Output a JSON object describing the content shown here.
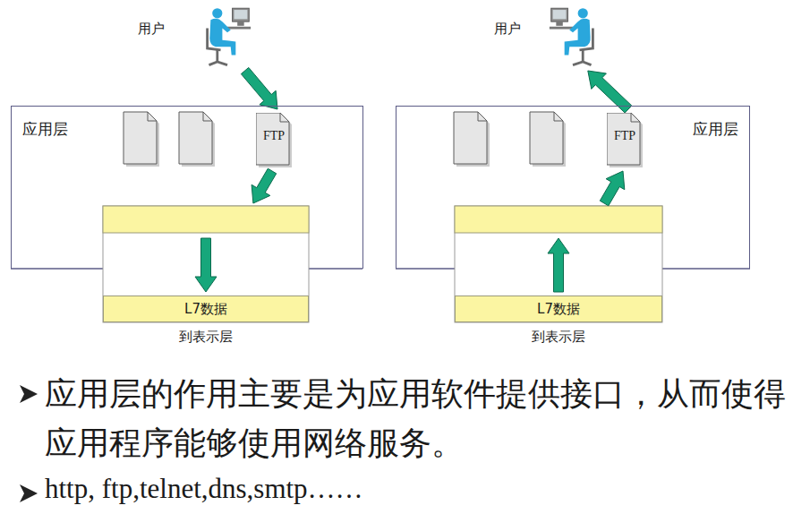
{
  "diagram": {
    "nodes": [
      {
        "text": [
          "用户"
        ]
      },
      {
        "text": [
          "应用层"
        ]
      },
      {
        "text": [
          "FTP"
        ],
        "in": 1
      },
      {
        "text": [
          "L7数据",
          "到表示层"
        ]
      },
      {
        "text": [
          "用户"
        ]
      },
      {
        "text": [
          "应用层"
        ]
      },
      {
        "text": [
          "FTP"
        ],
        "in": 5
      },
      {
        "text": [
          "L7数据",
          "到表示层"
        ]
      }
    ],
    "edges": [
      {
        "from": 0,
        "to": 2,
        "arrow": "to"
      },
      {
        "from": 2,
        "to": 3,
        "arrow": "to"
      },
      {
        "from": 7,
        "to": 6,
        "arrow": "to"
      },
      {
        "from": 6,
        "to": 4,
        "arrow": "to"
      }
    ],
    "labels": [
      "应用层的作用主要是为应用软件提供接口，从而使得应用程序能够使用网络服务。",
      "http, ftp,telnet,dns,smtp……"
    ]
  }
}
